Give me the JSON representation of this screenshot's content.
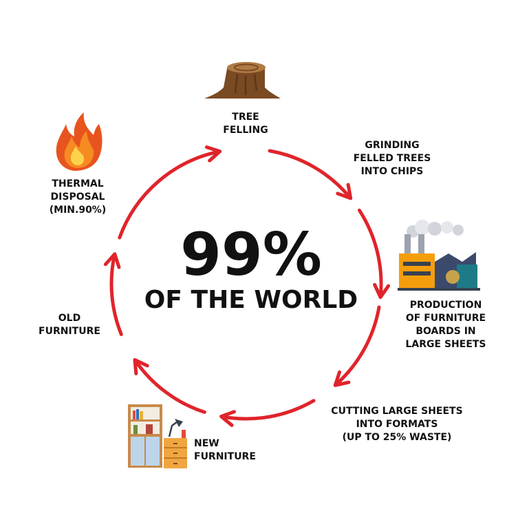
{
  "center": {
    "headline": "99%",
    "subline": "OF THE WORLD"
  },
  "steps": [
    {
      "id": "tree-felling",
      "lines": [
        "TREE",
        "FELLING"
      ],
      "icon": "tree-stump-icon"
    },
    {
      "id": "grinding",
      "lines": [
        "GRINDING",
        "FELLED TREES",
        "INTO CHIPS"
      ]
    },
    {
      "id": "production",
      "lines": [
        "PRODUCTION",
        "OF FURNITURE",
        "BOARDS IN",
        "LARGE SHEETS"
      ],
      "icon": "factory-icon"
    },
    {
      "id": "cutting",
      "lines": [
        "CUTTING LARGE SHEETS",
        "INTO FORMATS",
        "(UP TO 25% WASTE)"
      ]
    },
    {
      "id": "new-furniture",
      "lines": [
        "NEW",
        "FURNITURE"
      ],
      "icon": "furniture-icon"
    },
    {
      "id": "old-furniture",
      "lines": [
        "OLD",
        "FURNITURE"
      ]
    },
    {
      "id": "thermal-disposal",
      "lines": [
        "THERMAL",
        "DISPOSAL",
        "(MIN.90%)"
      ],
      "icon": "fire-icon"
    }
  ],
  "colors": {
    "arrow": "#e0242b",
    "text": "#111111",
    "background": "#ffffff"
  }
}
